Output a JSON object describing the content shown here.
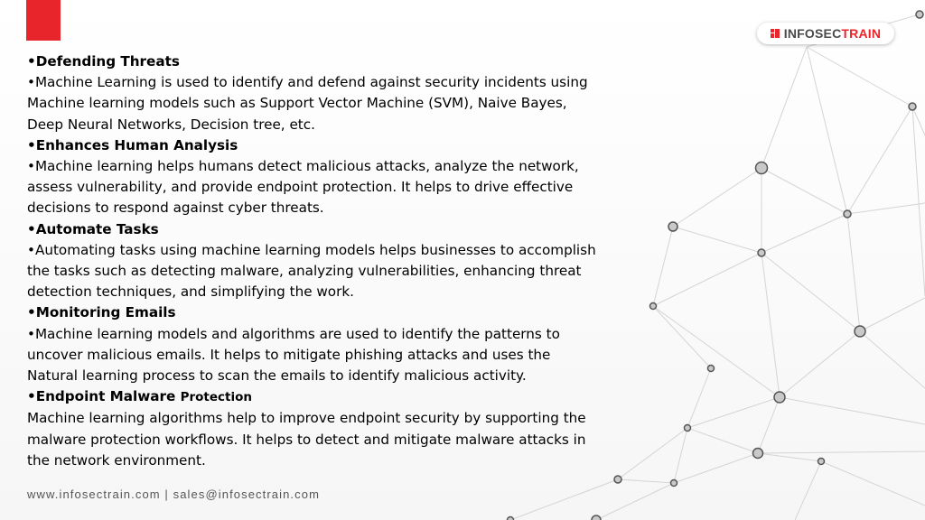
{
  "brand": {
    "logo_part1": "INFOSEC",
    "logo_part2": "TRAIN",
    "accent_color": "#e8252b"
  },
  "content": [
    {
      "type": "heading",
      "text": "•Defending Threats"
    },
    {
      "type": "body",
      "text": "•Machine Learning is used to identify and defend against security incidents using Machine learning models such as Support Vector Machine (SVM), Naive Bayes, Deep Neural Networks, Decision tree, etc."
    },
    {
      "type": "heading",
      "text": "•Enhances Human Analysis"
    },
    {
      "type": "body",
      "text": "•Machine learning helps humans detect malicious attacks, analyze the network, assess vulnerability, and provide endpoint protection. It helps to drive effective decisions to respond against cyber threats."
    },
    {
      "type": "heading",
      "text": "•Automate Tasks"
    },
    {
      "type": "body",
      "text": "•Automating tasks using machine learning models helps businesses to accomplish the tasks such as detecting malware, analyzing vulnerabilities, enhancing threat detection techniques, and simplifying the work."
    },
    {
      "type": "heading",
      "text": "•Monitoring Emails"
    },
    {
      "type": "body",
      "text": "•Machine learning models and algorithms are used to identify the patterns to uncover malicious emails. It helps to mitigate phishing attacks and uses the Natural learning process to scan the emails to identify malicious activity."
    },
    {
      "type": "heading_split",
      "text": "•Endpoint Malware ",
      "small": "Protection"
    },
    {
      "type": "body",
      "text": "Machine learning algorithms help to improve endpoint security by supporting the malware protection workflows. It helps to detect and mitigate malware attacks in the network environment."
    }
  ],
  "footer": {
    "contact": "www.infosectrain.com | sales@infosectrain.com"
  }
}
